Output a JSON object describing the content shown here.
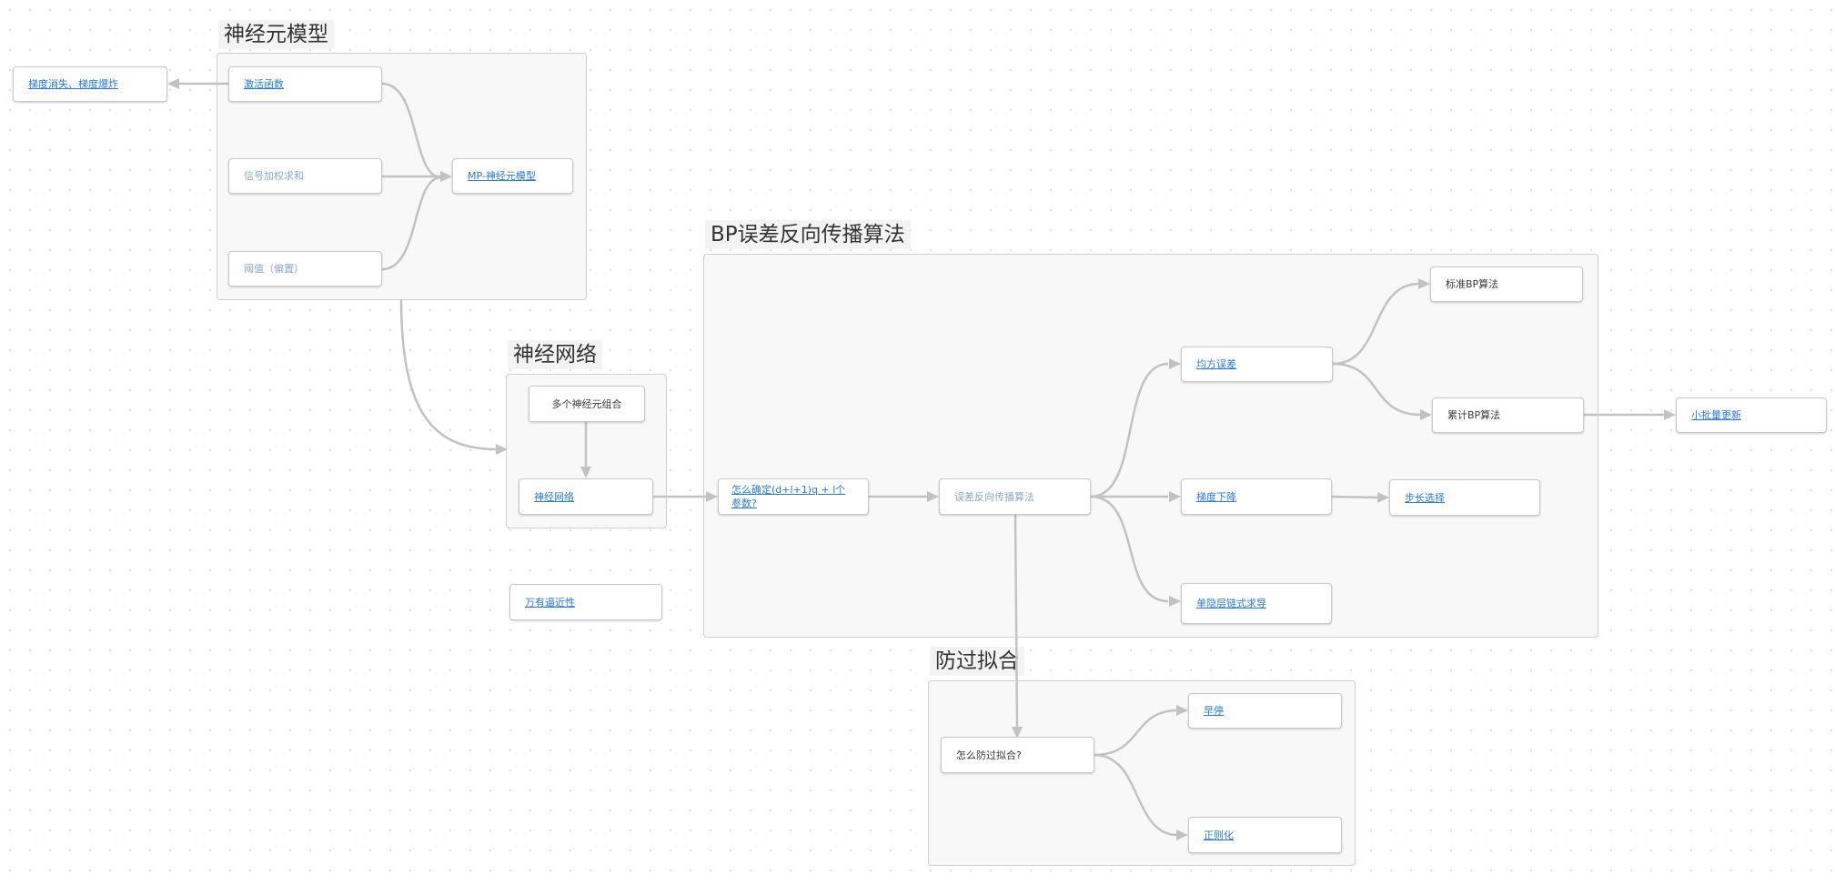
{
  "groups": {
    "neuron_model": "神经元模型",
    "neural_network": "神经网络",
    "bp": "BP误差反向传播算法",
    "overfit": "防过拟合"
  },
  "nodes": {
    "gradient_vanish": "梯度消失、梯度爆炸",
    "activation": "激活函数",
    "weighted_sum": "信号加权求和",
    "threshold": "阈值（偏置）",
    "mp_model": "MP-神经元模型",
    "multi_neuron": "多个神经元组合",
    "neural_net": "神经网络",
    "universal_approx": "万有逼近性",
    "params": "怎么确定(d+l+1)q + l个参数?",
    "backprop": "误差反向传播算法",
    "mse": "均方误差",
    "grad_descent": "梯度下降",
    "single_hidden": "单隐层链式求导",
    "standard_bp": "标准BP算法",
    "accum_bp": "累计BP算法",
    "mini_batch": "小批量更新",
    "step_size": "步长选择",
    "how_prevent": "怎么防过拟合?",
    "early_stop": "早停",
    "regularization": "正则化"
  }
}
